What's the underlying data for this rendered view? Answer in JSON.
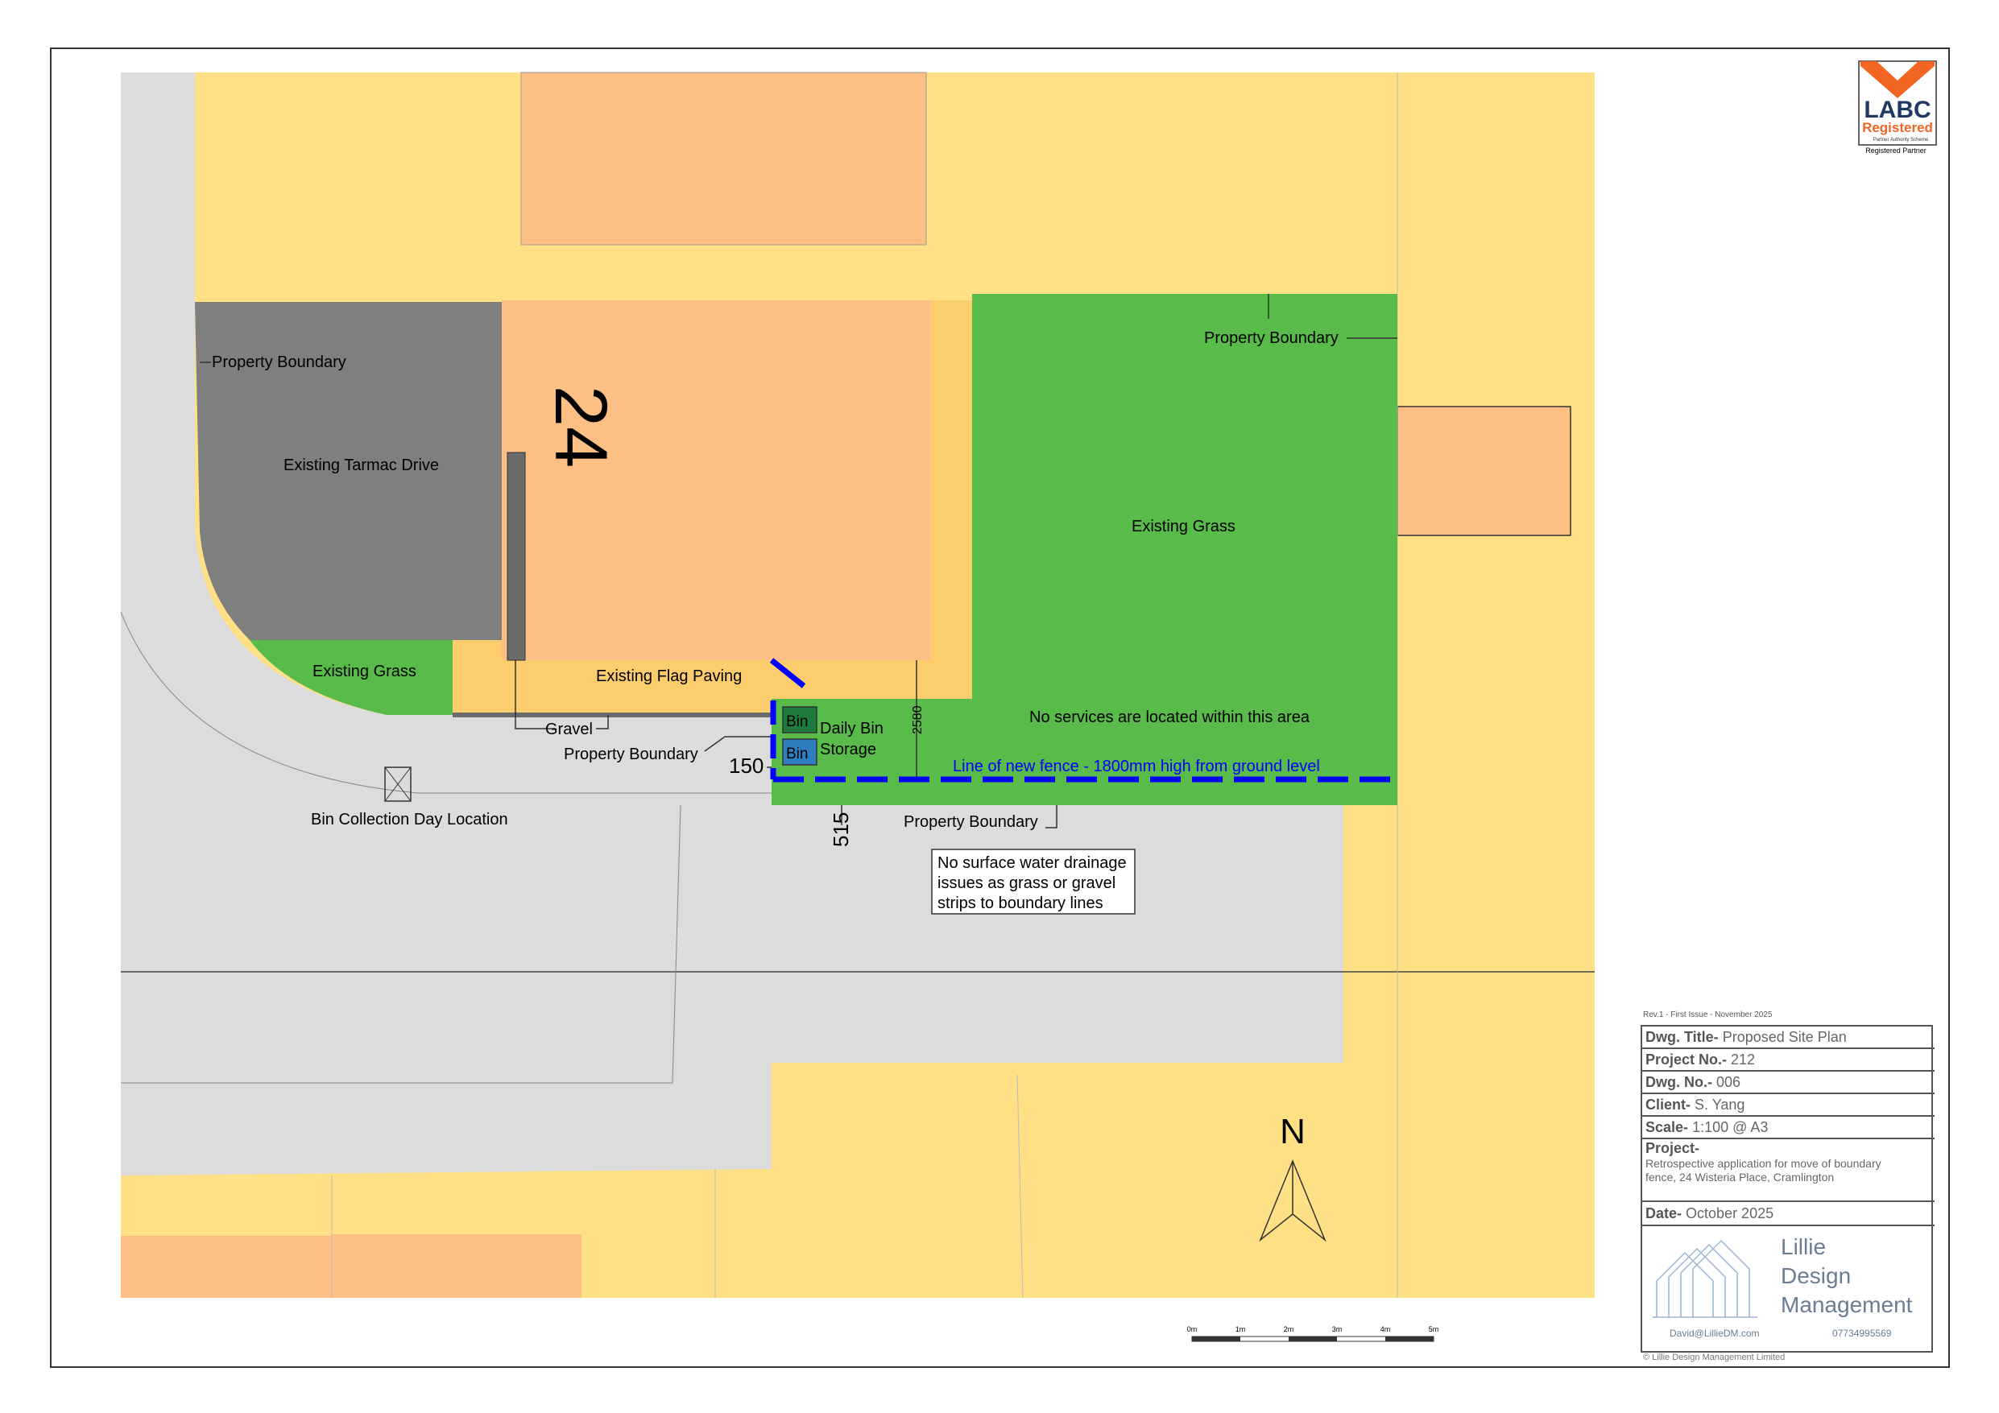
{
  "labels": {
    "house_number": "24",
    "property_boundary_1": "Property Boundary",
    "property_boundary_2": "Property Boundary",
    "property_boundary_3": "Property Boundary",
    "property_boundary_4": "Property Boundary",
    "existing_tarmac_drive": "Existing Tarmac Drive",
    "existing_grass_1": "Existing Grass",
    "existing_grass_2": "Existing Grass",
    "existing_flag_paving": "Existing Flag Paving",
    "gravel": "Gravel",
    "bin_collection": "Bin Collection Day Location",
    "bin_1": "Bin",
    "bin_2": "Bin",
    "daily_bin_1": "Daily Bin",
    "daily_bin_2": "Storage",
    "no_services": "No services are located within this area",
    "fence_line": "Line of new fence - 1800mm high from ground level",
    "dim_2580": "2580",
    "dim_150": "150",
    "dim_515": "515",
    "drainage_1": "No surface water drainage",
    "drainage_2": "issues as grass or gravel",
    "drainage_3": "strips to boundary lines",
    "north": "N"
  },
  "scale_bar": [
    "0m",
    "1m",
    "2m",
    "3m",
    "4m",
    "5m"
  ],
  "labc": {
    "name": "LABC",
    "registered": "Registered",
    "small": "Partner Authority Scheme",
    "partner": "Registered Partner"
  },
  "title_block": {
    "revision": "Rev.1 - First Issue - November 2025",
    "dwg_title_label": "Dwg. Title-",
    "dwg_title": "Proposed Site Plan",
    "project_no_label": "Project No.-",
    "project_no": "212",
    "dwg_no_label": "Dwg. No.-",
    "dwg_no": "006",
    "client_label": "Client-",
    "client": "S. Yang",
    "scale_label": "Scale-",
    "scale": "1:100 @ A3",
    "project_label": "Project-",
    "project_line1": "Retrospective application for move of boundary",
    "project_line2": "fence,  24 Wisteria Place, Cramlington",
    "date_label": "Date-",
    "date": "October 2025",
    "company_1": "Lillie",
    "company_2": "Design",
    "company_3": "Management",
    "email": "David@LillieDM.com",
    "phone": "07734995569",
    "copyright": "© Lillie Design Management Limited"
  },
  "colors": {
    "plot_yellow": "#FFE084",
    "building_orange": "#FDBF83",
    "paving": "#FCCD6C",
    "grass": "#58BB4A",
    "tarmac": "#7F7F7F",
    "road": "#DCDCDC",
    "fence_blue": "#0000FF",
    "bin_green": "#1E7B3D",
    "bin_blue": "#2F7FC0"
  }
}
